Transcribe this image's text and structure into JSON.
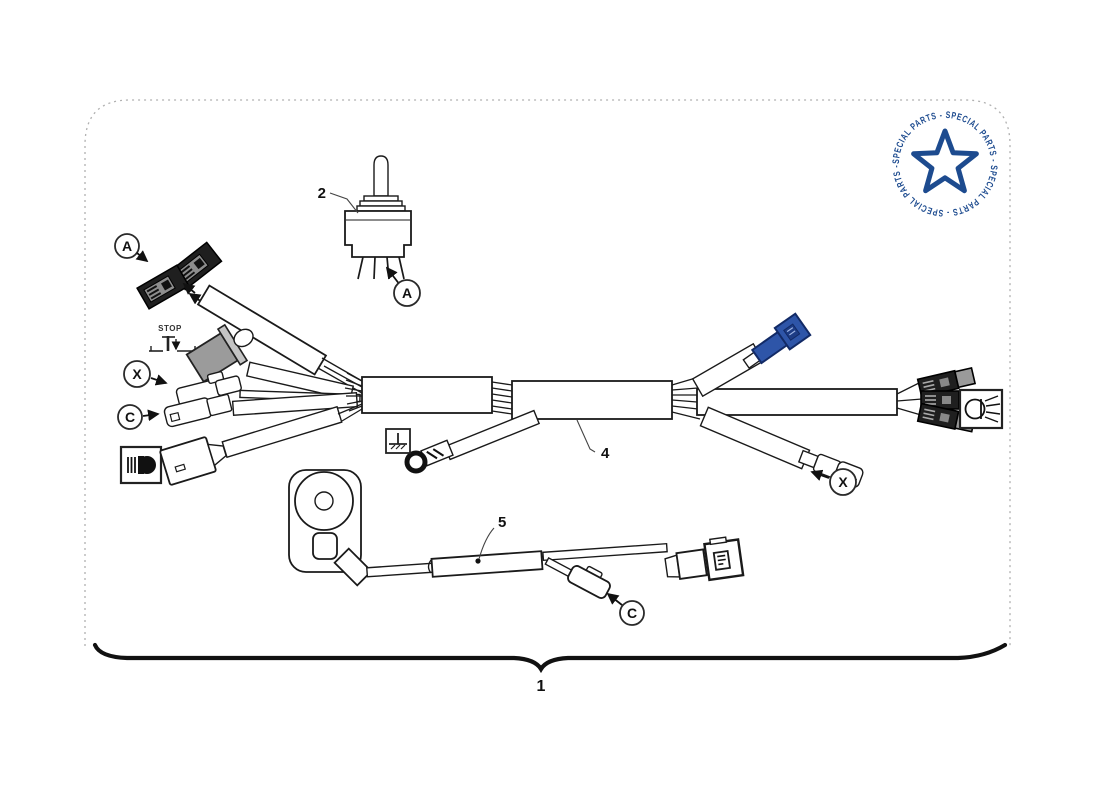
{
  "page": {
    "background": "#ffffff",
    "border_color": "#b0b0b0"
  },
  "stamp": {
    "text": "SPECIAL PARTS - SPECIAL PARTS - SPECIAL PARTS - SPECIAL PARTS -",
    "color": "#1d4b8f"
  },
  "parts": {
    "harness_assembly": "1",
    "toggle_switch": "2",
    "main_sleeve": "4",
    "horn_lead": "5"
  },
  "callouts": {
    "a": "A",
    "c": "C",
    "x": "X"
  },
  "stop_icon": {
    "label": "STOP"
  },
  "colors": {
    "stamp_blue": "#1d4b8f",
    "connector_blue": "#2e55a8",
    "connector_blue_dark": "#16306e",
    "x_red": "#cc2127",
    "connector_gray": "#9b9b9b",
    "terminal_dark": "#1f1f1f",
    "terminal_gray": "#9a9a9a"
  }
}
